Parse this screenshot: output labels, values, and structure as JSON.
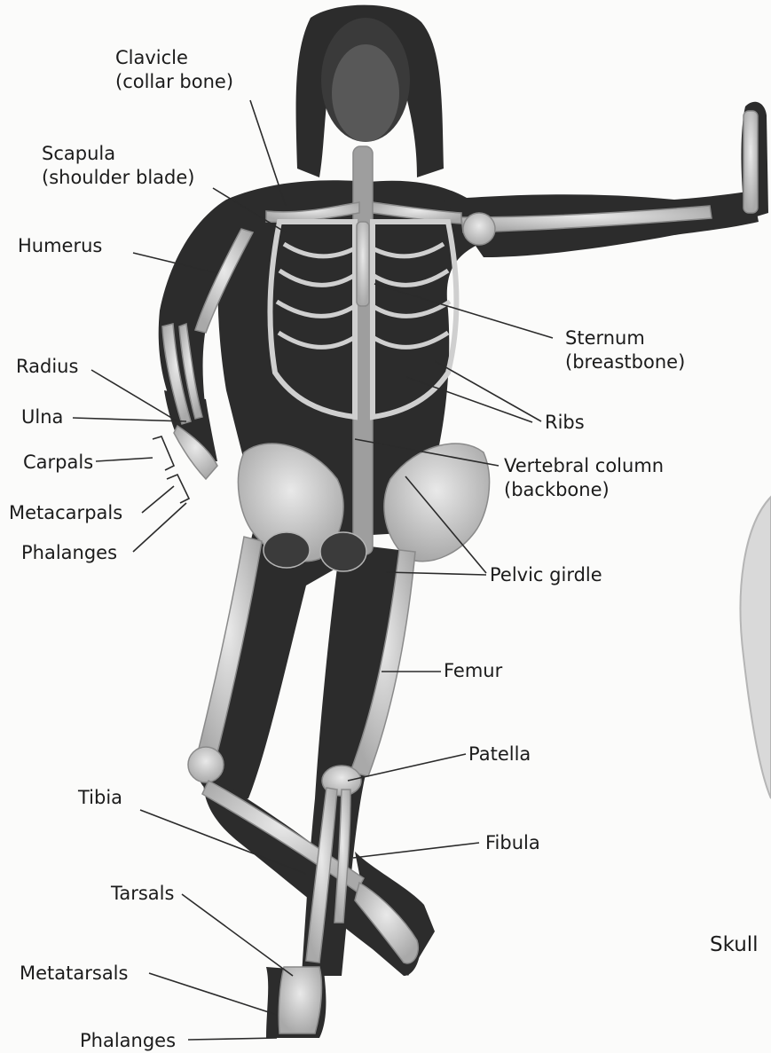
{
  "labels": {
    "clavicle": {
      "line1": "Clavicle",
      "line2": "(collar bone)"
    },
    "scapula": {
      "line1": "Scapula",
      "line2": "(shoulder blade)"
    },
    "humerus": "Humerus",
    "radius": "Radius",
    "ulna": "Ulna",
    "carpals": "Carpals",
    "metacarpals": "Metacarpals",
    "phalanges_hand": "Phalanges",
    "sternum": {
      "line1": "Sternum",
      "line2": "(breastbone)"
    },
    "ribs": "Ribs",
    "vertebral": {
      "line1": "Vertebral column",
      "line2": "(backbone)"
    },
    "pelvic": "Pelvic girdle",
    "femur": "Femur",
    "patella": "Patella",
    "fibula": "Fibula",
    "tibia": "Tibia",
    "tarsals": "Tarsals",
    "metatarsals": "Metatarsals",
    "phalanges_foot": "Phalanges",
    "skull": "Skull"
  },
  "colors": {
    "background": "#fbfbfa",
    "silhouette": "#2a2a2a",
    "bone": "#c8c8c8",
    "leader_line": "#2b2b2b"
  }
}
